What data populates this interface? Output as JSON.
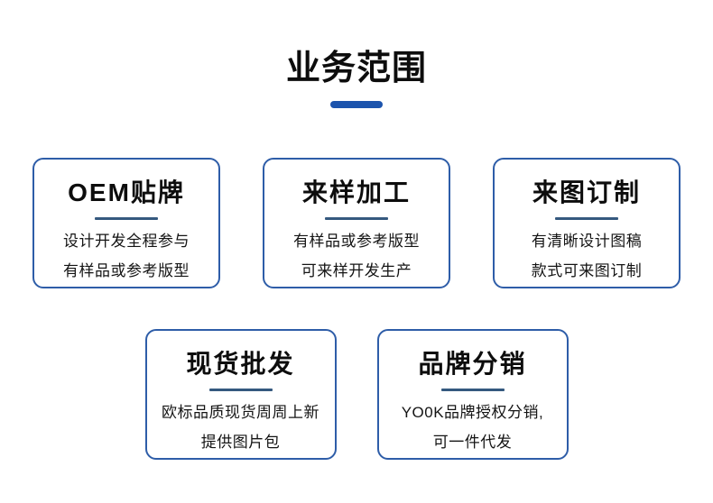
{
  "page": {
    "title": "业务范围",
    "colors": {
      "accent": "#1c54ad",
      "card_border": "#2e5da8",
      "card_underline": "#35597f",
      "text": "#0d0d0d"
    }
  },
  "cards": [
    {
      "title": "OEM贴牌",
      "lines": [
        "设计开发全程参与",
        "有样品或参考版型"
      ]
    },
    {
      "title": "来样加工",
      "lines": [
        "有样品或参考版型",
        "可来样开发生产"
      ]
    },
    {
      "title": "来图订制",
      "lines": [
        "有清晰设计图稿",
        "款式可来图订制"
      ]
    },
    {
      "title": "现货批发",
      "lines": [
        "欧标品质现货周周上新",
        "提供图片包"
      ]
    },
    {
      "title": "品牌分销",
      "lines": [
        "YO0K品牌授权分销,",
        "可一件代发"
      ]
    }
  ]
}
